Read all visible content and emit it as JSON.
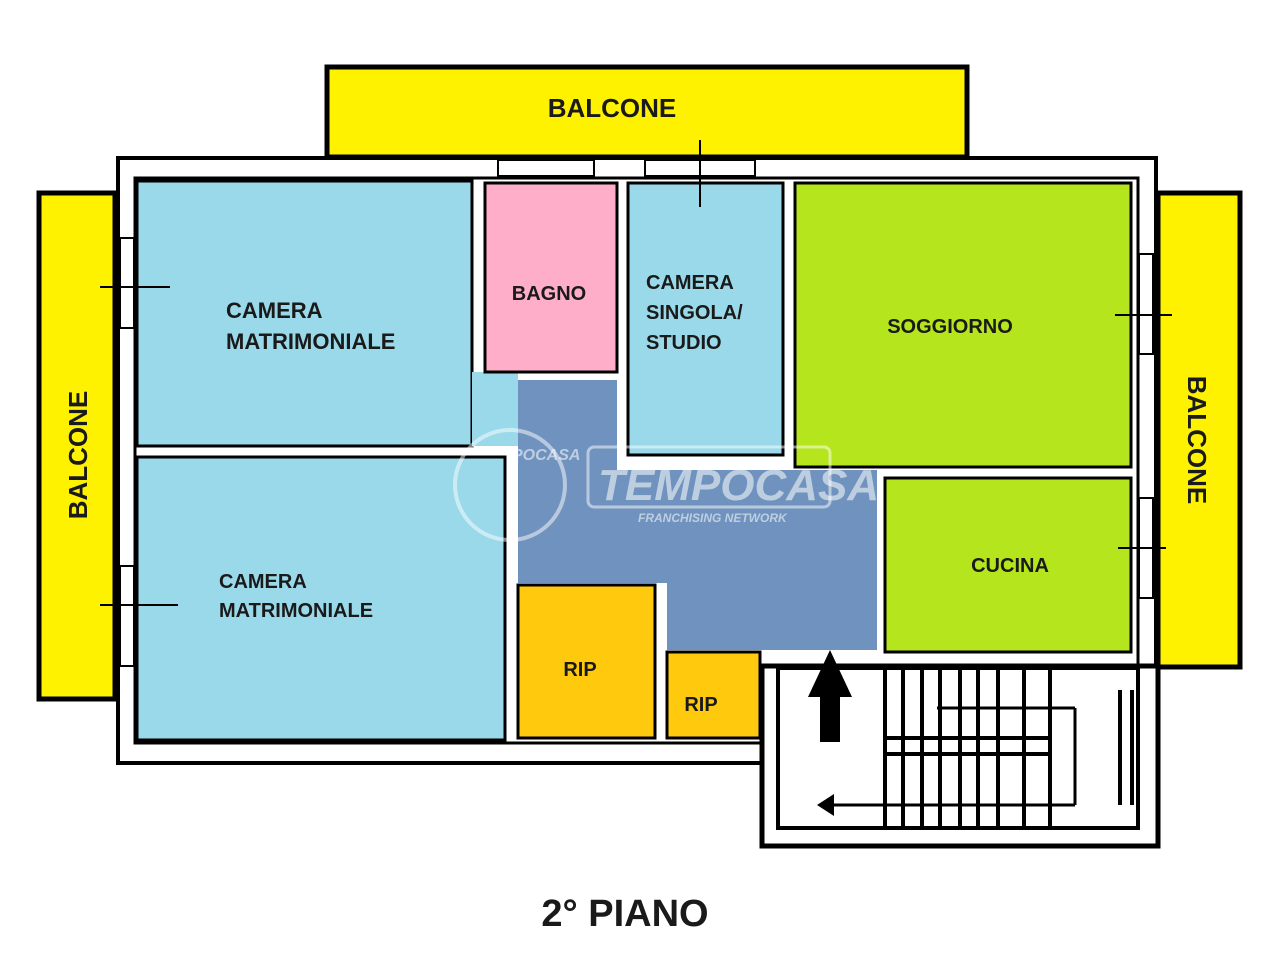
{
  "floor_title": "2° PIANO",
  "colors": {
    "balcony": "#FFF200",
    "bedroom": "#99D9EA",
    "bathroom": "#FFAEC9",
    "living": "#B5E61D",
    "corridor": "#7092BE",
    "storage": "#FFC90E"
  },
  "rooms": {
    "balcone_top": "BALCONE",
    "balcone_left": "BALCONE",
    "balcone_right": "BALCONE",
    "camera1_line1": "CAMERA",
    "camera1_line2": "MATRIMONIALE",
    "bagno": "BAGNO",
    "singola_line1": "CAMERA",
    "singola_line2": "SINGOLA/",
    "singola_line3": "STUDIO",
    "soggiorno": "SOGGIORNO",
    "cucina": "CUCINA",
    "camera2_line1": "CAMERA",
    "camera2_line2": "MATRIMONIALE",
    "rip1": "RIP",
    "rip2": "RIP"
  },
  "watermark": {
    "brand": "TEMPOCASA",
    "tagline": "FRANCHISING NETWORK",
    "seal_text": "POCASA"
  },
  "icons": {
    "entrance": "arrow-up-icon",
    "stair_direction": "arrow-left-icon"
  }
}
